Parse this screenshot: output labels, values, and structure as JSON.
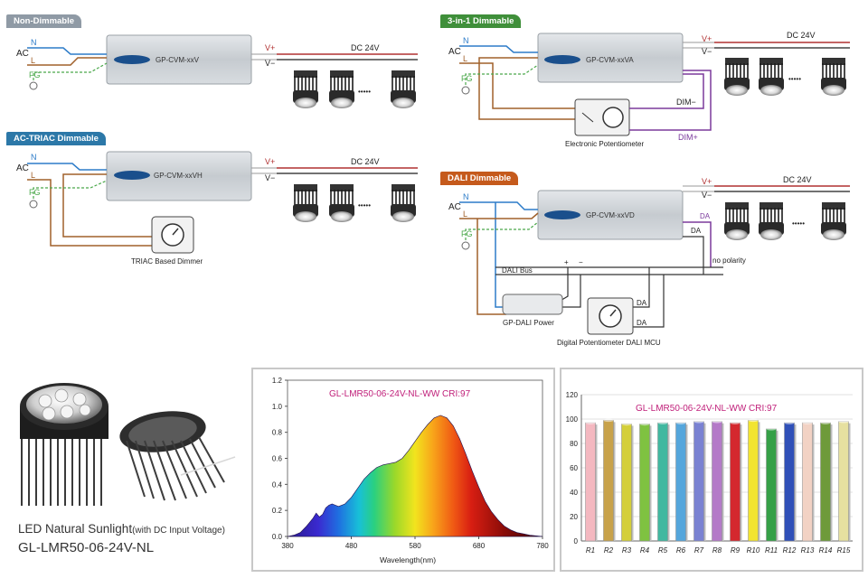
{
  "colors": {
    "tag_gray": "#8f9aa5",
    "tag_blue": "#2c78a8",
    "tag_green": "#3f8f3a",
    "tag_orange": "#c55a1c",
    "line_n": "#2d7cc9",
    "line_l": "#a0602a",
    "line_fg": "#4aa84a",
    "line_v": "#b03030",
    "line_dim": "#7b3a9c",
    "driver_body": "#c9ced3",
    "cri_title": "#c0207a"
  },
  "diagrams": {
    "non_dimmable": {
      "tag": "Non-Dimmable",
      "ac": "AC",
      "n": "N",
      "l": "L",
      "fg": "FG",
      "driver": "GP-CVM-xxV",
      "vplus": "V+",
      "vminus": "V−",
      "dc": "DC 24V",
      "dots": "•••••"
    },
    "triac": {
      "tag": "AC-TRIAC Dimmable",
      "ac": "AC",
      "n": "N",
      "l": "L",
      "fg": "FG",
      "driver": "GP-CVM-xxVH",
      "vplus": "V+",
      "vminus": "V−",
      "dc": "DC 24V",
      "dots": "•••••",
      "dimmer": "TRIAC Based Dimmer"
    },
    "three_in_one": {
      "tag": "3-in-1 Dimmable",
      "ac": "AC",
      "n": "N",
      "l": "L",
      "fg": "FG",
      "driver": "GP-CVM-xxVA",
      "vplus": "V+",
      "vminus": "V−",
      "dc": "DC 24V",
      "dots": "•••••",
      "dim_minus": "DIM−",
      "dim_plus": "DIM+",
      "pot": "Electronic Potentiometer"
    },
    "dali": {
      "tag": "DALI Dimmable",
      "ac": "AC",
      "n": "N",
      "l": "L",
      "fg": "FG",
      "driver": "GP-CVM-xxVD",
      "vplus": "V+",
      "vminus": "V−",
      "dc": "DC 24V",
      "dots": "•••••",
      "da1": "DA",
      "da2": "DA",
      "no_polarity": "no polarity",
      "bus": "DALI Bus",
      "plus": "+",
      "minus": "−",
      "power": "GP-DALI Power",
      "mcu": "Digital Potentiometer DALI MCU",
      "mcu_da1": "DA",
      "mcu_da2": "DA"
    }
  },
  "product": {
    "line1": "LED Natural Sunlight",
    "line1_small": "(with DC Input Voltage)",
    "line2": "GL-LMR50-06-24V-NL"
  },
  "chart_data": [
    {
      "type": "area",
      "title": "GL-LMR50-06-24V-NL-WW CRI:97",
      "xlabel": "Wavelength(nm)",
      "ylabel": "",
      "xlim": [
        380,
        780
      ],
      "ylim": [
        0,
        1.2
      ],
      "xticks": [
        380,
        480,
        580,
        680,
        780
      ],
      "yticks": [
        "0.0",
        "0.2",
        "0.4",
        "0.6",
        "0.8",
        "1.0",
        "1.2"
      ],
      "grid": false,
      "x": [
        380,
        390,
        400,
        410,
        420,
        425,
        430,
        435,
        440,
        445,
        450,
        455,
        460,
        470,
        480,
        490,
        500,
        510,
        520,
        530,
        540,
        550,
        560,
        570,
        580,
        590,
        600,
        610,
        620,
        630,
        640,
        650,
        660,
        670,
        680,
        690,
        700,
        710,
        720,
        730,
        740,
        750,
        760,
        770,
        780
      ],
      "values": [
        0.0,
        0.01,
        0.03,
        0.08,
        0.14,
        0.18,
        0.15,
        0.17,
        0.22,
        0.24,
        0.25,
        0.24,
        0.23,
        0.25,
        0.3,
        0.37,
        0.44,
        0.49,
        0.53,
        0.55,
        0.56,
        0.57,
        0.6,
        0.66,
        0.73,
        0.8,
        0.86,
        0.91,
        0.93,
        0.91,
        0.85,
        0.75,
        0.63,
        0.5,
        0.38,
        0.27,
        0.19,
        0.13,
        0.08,
        0.05,
        0.03,
        0.02,
        0.01,
        0.005,
        0.0
      ]
    },
    {
      "type": "bar",
      "title": "GL-LMR50-06-24V-NL-WW CRI:97",
      "categories": [
        "R1",
        "R2",
        "R3",
        "R4",
        "R5",
        "R6",
        "R7",
        "R8",
        "R9",
        "R10",
        "R11",
        "R12",
        "R13",
        "R14",
        "R15"
      ],
      "values": [
        97,
        99,
        96,
        96,
        97,
        97,
        98,
        98,
        97,
        99,
        92,
        97,
        97,
        97,
        98
      ],
      "colors": [
        "#f4b8c0",
        "#c8a24a",
        "#d4cf3a",
        "#7fc241",
        "#41b8a0",
        "#55a6dc",
        "#7a82d2",
        "#b47ac8",
        "#d4282e",
        "#f2e430",
        "#35a047",
        "#3050b8",
        "#f2d2c4",
        "#6e9a3a",
        "#e6e0a0"
      ],
      "ylim": [
        0,
        120
      ],
      "yticks": [
        "0",
        "20",
        "40",
        "60",
        "80",
        "100",
        "120"
      ],
      "grid": true
    }
  ]
}
